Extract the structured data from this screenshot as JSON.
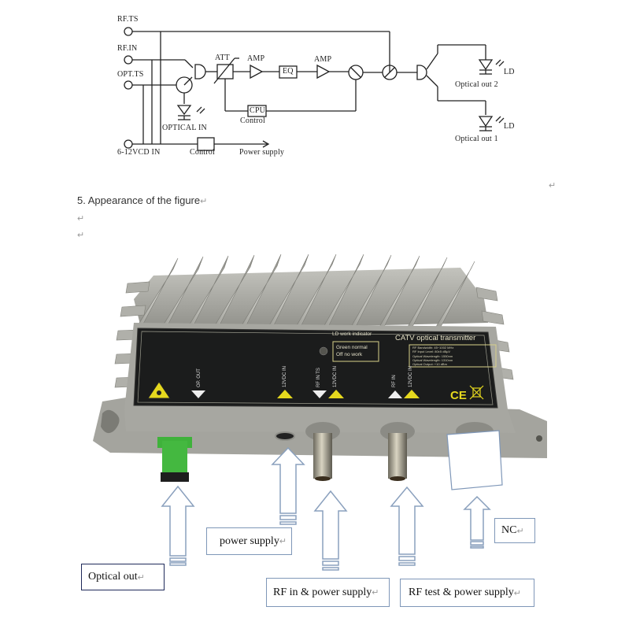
{
  "diagram": {
    "ports": {
      "rf_ts": "RF.TS",
      "rf_in": "RF.IN",
      "opt_ts": "OPT.TS",
      "dc_in": "6-12VCD IN"
    },
    "blocks": {
      "att": "ATT",
      "amp1": "AMP",
      "eq": "EQ",
      "amp2": "AMP",
      "cpu": "CPU",
      "cpu_caption": "Control",
      "optical_in": "OPTICAL IN",
      "control": "Control",
      "power_supply": "Power supply",
      "ld2": "LD",
      "ld1": "LD",
      "optical_out_2": "Optical out 2",
      "optical_out_1": "Optical out 1"
    }
  },
  "document": {
    "heading": "5. Appearance of the figure",
    "paragraph_mark": "↵"
  },
  "device": {
    "panel_title": "CATV optical transmitter",
    "indicator_label": "LD work indicator",
    "indicator_legend": [
      "Green normal",
      "Off no work"
    ],
    "spec_lines": [
      "RF Bandwidth: 45~1002 MHz",
      "RF Input Level: 80±5 dBμV",
      "Optical Wavelength: 1550nm",
      "Optical Wavelength: 1310nm",
      "Optical Output: +10 dBm"
    ],
    "port_labels": [
      "OP. OUT",
      "12VDC IN",
      "RF IN TS",
      "12VDC IN",
      "RF IN",
      "12VDC IN"
    ],
    "marks": [
      "CE",
      "WEEE"
    ],
    "colors": {
      "body": "#a9a9a3",
      "panel": "#1b1c1c",
      "yellow": "#e5d81e",
      "connector_green": "#3fb23b"
    }
  },
  "callouts": {
    "optical_out": "Optical out",
    "power_supply": "power supply",
    "rf_in_power": "RF in & power supply",
    "rf_test_power": "RF test & power supply",
    "nc": "NC"
  }
}
